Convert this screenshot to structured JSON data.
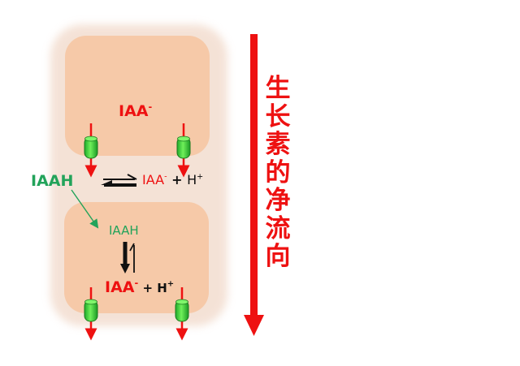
{
  "diagram": {
    "upper_cell": {
      "ion_label": "IAA",
      "ion_charge": "-"
    },
    "gap": {
      "iaah_label": "IAAH",
      "ion_label": "IAA",
      "ion_charge": "-",
      "plus": " + ",
      "proton_label": "H",
      "proton_charge": "+"
    },
    "lower_cell": {
      "iaah_label": "IAAH",
      "ion_label": "IAA",
      "ion_charge": "-",
      "plus": " + ",
      "proton_label": "H",
      "proton_charge": "+"
    },
    "side_label_chars": [
      "生",
      "长",
      "素",
      "的",
      "净",
      "流",
      "向"
    ]
  },
  "colors": {
    "cell_fill": "#f6c9a8",
    "cell_glow": "#e9c2a8",
    "carrier_fill": "#39d13a",
    "carrier_stroke": "#1a7a1e",
    "auxin_red": "#ee1111",
    "iaah_green": "#22a35a",
    "equilibrium_black": "#111111"
  }
}
